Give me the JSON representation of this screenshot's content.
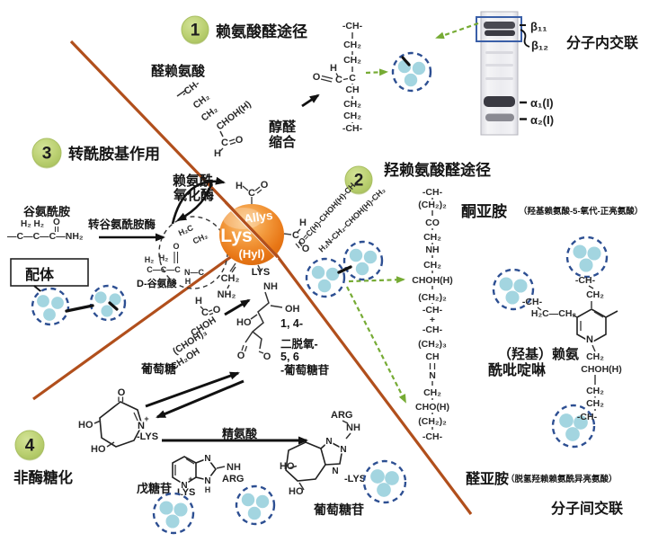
{
  "figure": {
    "description": "collagen crosslinking pathways diagram"
  },
  "colors": {
    "line_orange": "#b14f1c",
    "badge_green": "#bcd173",
    "sphere_orange": "#ee8422",
    "dot_blue": "#a3d5e0",
    "circle_navy": "#2d4f92",
    "arrow_green": "#76ab34"
  },
  "badges": {
    "p1": {
      "num": "1",
      "title": "赖氨酸醛途径"
    },
    "p2": {
      "num": "2",
      "title": "羟赖氨酸醛途径"
    },
    "p3": {
      "num": "3",
      "title": "转酰胺基作用"
    },
    "p4": {
      "num": "4",
      "title": "非酶糖化"
    }
  },
  "sphere": {
    "top": "Allys",
    "main": "Lys",
    "sub": "(Hyl)"
  },
  "gel": {
    "b11": "β₁₁",
    "b12": "β₁₂",
    "a1": "α₁(I)",
    "a2": "α₂(I)"
  },
  "labels": {
    "intramolecular": "分子内交联",
    "intermolecular": "分子间交联",
    "allysine": "醛赖氨酸",
    "aldol1": "醇醛",
    "aldol2": "缩合",
    "lysyl_oxidase1": "赖氨酰",
    "lysyl_oxidase2": "氧化酶",
    "glutamine": "谷氨酰胺",
    "transglutaminase": "转谷氨酰胺酶",
    "ligand": "配体",
    "glutamate": "D-谷氨酸",
    "glucose": "葡萄糖",
    "ketoimine": "酮亚胺",
    "ketoimine_note": "（羟基赖氨酸-5-氧代-正亮氨酸）",
    "aldimine": "醛亚胺",
    "aldimine_note": "（脱氢羟赖赖氨酰异亮氨酸）",
    "pyridinoline1": "（羟基）赖氨",
    "pyridinoline2": "酰吡啶啉",
    "dideoxy1": "1, 4-",
    "dideoxy2": "二脱氧-",
    "dideoxy3": "5, 6",
    "dideoxy4": "-葡萄糖苷",
    "pentosidine": "戊糖苷",
    "arginine": "精氨酸",
    "glucosepane": "葡萄糖苷"
  },
  "formulas": {
    "aldol": [
      "-CH-",
      "CH₂",
      "CH₂",
      "C",
      "CH",
      "CH₂",
      "CH₂",
      "-CH-"
    ],
    "aldol_side": {
      "h": "H",
      "c": "C",
      "o": "O"
    },
    "keto": [
      "-CH-",
      "(CH₂)₂",
      "CO",
      "CH₂",
      "NH",
      "CH₂",
      "CHOH(H)",
      "(CH₂)₂",
      "-CH-",
      "+",
      "-CH-",
      "(CH₂)₃",
      "CH",
      "N",
      "CH₂",
      "CHO(H)",
      "(CH₂)₂",
      "-CH-"
    ],
    "allysine": {
      "c1": "-CH-",
      "c2": "CH₂",
      "c3": "CH₂",
      "c4": "CHOH(H)",
      "c": "C",
      "o": "O",
      "h": "H"
    },
    "hydroxylysine": "H₂N-CH₂-CHOH(H)-CH₂",
    "hydroxyallysine": "O=C(H)-CHOH(H)-CH₂",
    "oxo_top": {
      "h": "H",
      "c": "C",
      "o": "O"
    },
    "oxo_right": {
      "h": "H",
      "c": "C",
      "o": "O"
    },
    "glutamine_h": "H₂ H₂",
    "glutamine_o": "O",
    "glutamine_chain": "—C—C—C—NH₂",
    "iso1": "H₂C",
    "iso2": "CH₂",
    "iso3": "H₂",
    "iso4": "H₂",
    "iso5": "O",
    "iso6": "C—C—C",
    "iso7": "N—C",
    "iso8": "H",
    "adduct": {
      "lys": "LYS",
      "nh": "NH",
      "oh": "OH",
      "ho": "HO",
      "o1": "O",
      "o2": "O",
      "ch2": "CH₂",
      "nh2": "NH₂"
    },
    "glucose": {
      "h": "H",
      "c": "C",
      "o": "O",
      "g1": "CHOH",
      "g2": "(CHOH)₃",
      "g3": "CH₂OH"
    },
    "amadori": {
      "o": "O",
      "n": "N",
      "plus": "+",
      "ho1": "HO",
      "ho2": "HO",
      "lys": "-LYS"
    },
    "pento": {
      "n1": "N",
      "n2": "N",
      "h": "H",
      "nh": "NH",
      "arg": "ARG",
      "n3": "N",
      "plus": "+",
      "lys": "LYS"
    },
    "gluco": {
      "arg": "ARG",
      "nh": "NH",
      "n1": "N",
      "n2": "N",
      "n3": "N",
      "lys": "-LYS",
      "ho1": "HO",
      "ho2": "HO"
    },
    "pyr": {
      "top1": "-CH-",
      "top2": "CH₂",
      "left1": "-CH-",
      "left2": "H₂C—CH₂",
      "n": "N",
      "d0": "CH₂",
      "d1": "CHOH(H)",
      "d2": "CH₂",
      "d3": "CH₂",
      "d4": "-CH-"
    }
  }
}
